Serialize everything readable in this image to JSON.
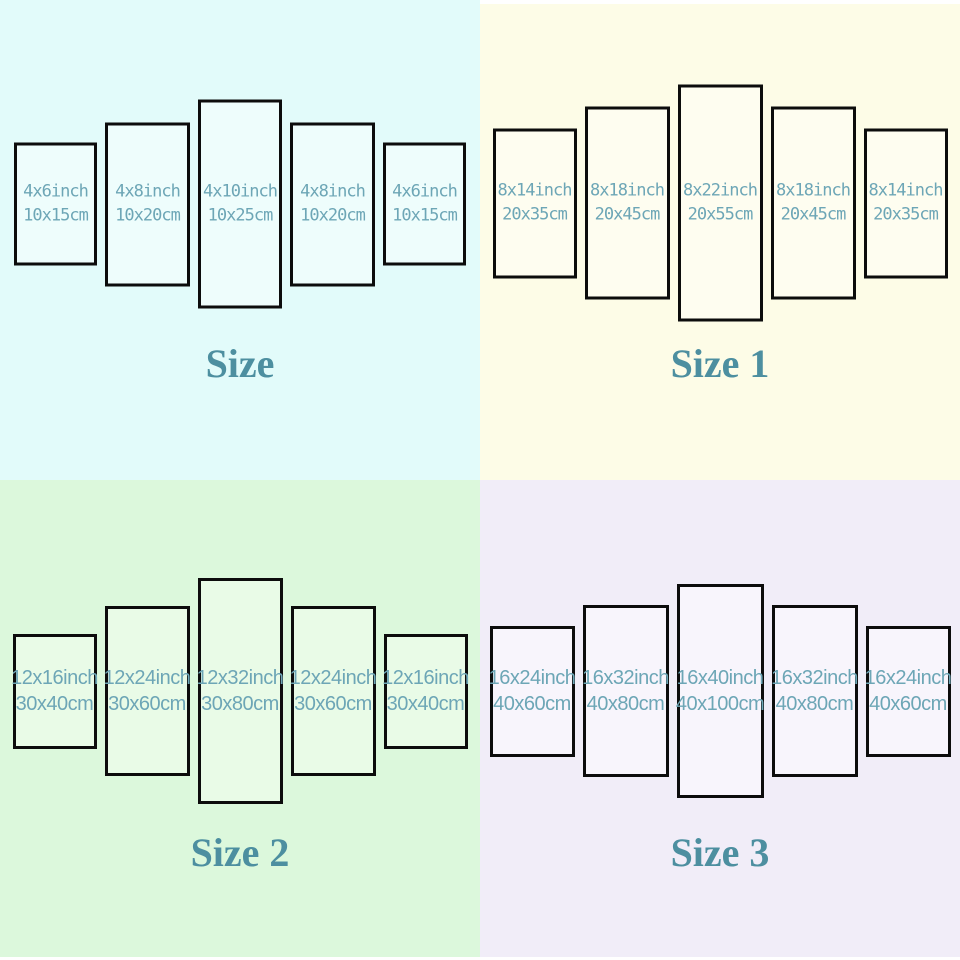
{
  "colors": {
    "title": "#4d8fa0",
    "label": "#6da6b6",
    "panel_border": "#0c0c0c"
  },
  "quadrants": [
    {
      "title": "Size",
      "bg": "#e2fbfa",
      "panel_fill": "#eefdfc",
      "panels": [
        {
          "inch": "4x6inch",
          "cm": "10x15cm"
        },
        {
          "inch": "4x8inch",
          "cm": "10x20cm"
        },
        {
          "inch": "4x10inch",
          "cm": "10x25cm"
        },
        {
          "inch": "4x8inch",
          "cm": "10x20cm"
        },
        {
          "inch": "4x6inch",
          "cm": "10x15cm"
        }
      ]
    },
    {
      "title": "Size 1",
      "bg": "#fdfce7",
      "panel_fill": "#fefdf0",
      "panels": [
        {
          "inch": "8x14inch",
          "cm": "20x35cm"
        },
        {
          "inch": "8x18inch",
          "cm": "20x45cm"
        },
        {
          "inch": "8x22inch",
          "cm": "20x55cm"
        },
        {
          "inch": "8x18inch",
          "cm": "20x45cm"
        },
        {
          "inch": "8x14inch",
          "cm": "20x35cm"
        }
      ]
    },
    {
      "title": "Size 2",
      "bg": "#dcf8dc",
      "panel_fill": "#e9fbe7",
      "panels": [
        {
          "inch": "12x16inch",
          "cm": "30x40cm"
        },
        {
          "inch": "12x24inch",
          "cm": "30x60cm"
        },
        {
          "inch": "12x32inch",
          "cm": "30x80cm"
        },
        {
          "inch": "12x24inch",
          "cm": "30x60cm"
        },
        {
          "inch": "12x16inch",
          "cm": "30x40cm"
        }
      ]
    },
    {
      "title": "Size 3",
      "bg": "#f1edf8",
      "panel_fill": "#f8f5fc",
      "panels": [
        {
          "inch": "16x24inch",
          "cm": "40x60cm"
        },
        {
          "inch": "16x32inch",
          "cm": "40x80cm"
        },
        {
          "inch": "16x40inch",
          "cm": "40x100cm"
        },
        {
          "inch": "16x32inch",
          "cm": "40x80cm"
        },
        {
          "inch": "16x24inch",
          "cm": "40x60cm"
        }
      ]
    }
  ]
}
